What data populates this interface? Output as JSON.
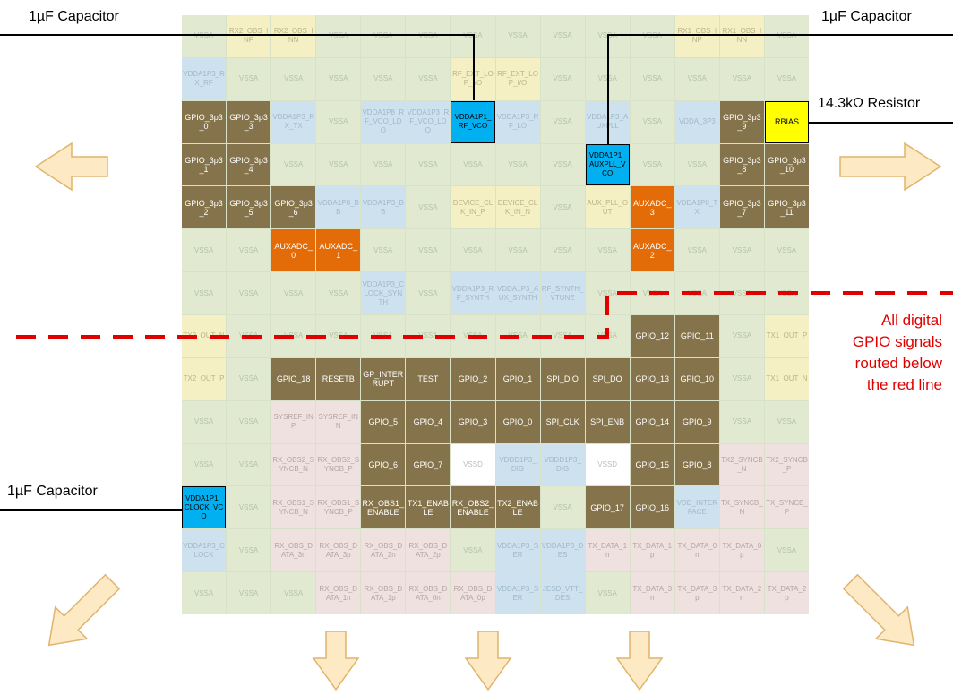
{
  "labels": {
    "cap_top_left": "1µF Capacitor",
    "cap_top_right": "1µF Capacitor",
    "resistor": "14.3kΩ Resistor",
    "cap_left": "1µF Capacitor",
    "red_note": [
      "All digital",
      "GPIO signals",
      "routed below",
      "the red line"
    ]
  },
  "colors": {
    "vssa": "#e1ead1",
    "vdda": "#cde2ee",
    "rf": "#f4f0c3",
    "obs": "#eee1df",
    "gpio": "#85744b",
    "capacitor_pin": "#00b0f0",
    "auxadc": "#e36c09",
    "rbias": "#ffff00",
    "red_line": "#e00000",
    "arrow_fill": "#fde9c3",
    "arrow_stroke": "#e0b46c"
  },
  "grid": [
    [
      "VSSA|vssa",
      "RX2_OBS_INP|rf",
      "RX2_OBS_INN|rf",
      "VSSA|vssa",
      "VSSA|vssa",
      "VSSA|vssa",
      "VSSA|vssa",
      "VSSA|vssa",
      "VSSA|vssa",
      "VSSA|vssa",
      "VSSA|vssa",
      "RX1_OBS_INP|rf",
      "RX1_OBS_INN|rf",
      "VSSA|vssa"
    ],
    [
      "VDDA1P3_RX_RF|vdda",
      "VSSA|vssa",
      "VSSA|vssa",
      "VSSA|vssa",
      "VSSA|vssa",
      "VSSA|vssa",
      "RF_EXT_LOP_I/O|rf",
      "RF_EXT_LOP_I/O|rf",
      "VSSA|vssa",
      "VSSA|vssa",
      "VSSA|vssa",
      "VSSA|vssa",
      "VSSA|vssa",
      "VSSA|vssa"
    ],
    [
      "GPIO_3p3_0|gpio",
      "GPIO_3p3_3|gpio",
      "VDDA1P3_RX_TX|vdda",
      "VSSA|vssa",
      "VDDA1P8_RF_VCO_LDO|vdda",
      "VDDA1P3_RF_VCO_LDO|vdda",
      "VDDA1P1_RF_VCO|cap",
      "VDDA1P3_RF_LO|vdda",
      "VSSA|vssa",
      "VDDA1P3_AUXPLL|vdda",
      "VSSA|vssa",
      "VDDA_3P3|vdda",
      "GPIO_3p3_9|gpio",
      "RBIAS|rbias"
    ],
    [
      "GPIO_3p3_1|gpio",
      "GPIO_3p3_4|gpio",
      "VSSA|vssa",
      "VSSA|vssa",
      "VSSA|vssa",
      "VSSA|vssa",
      "VSSA|vssa",
      "VSSA|vssa",
      "VSSA|vssa",
      "VDDA1P1_AUXPLL_VCO|cap",
      "VSSA|vssa",
      "VSSA|vssa",
      "GPIO_3p3_8|gpio",
      "GPIO_3p3_10|gpio"
    ],
    [
      "GPIO_3p3_2|gpio",
      "GPIO_3p3_5|gpio",
      "GPIO_3p3_6|gpio",
      "VDDA1P8_BB|vdda",
      "VDDA1P3_BB|vdda",
      "VSSA|vssa",
      "DEVICE_CLK_IN_P|rf",
      "DEVICE_CLK_IN_N|rf",
      "VSSA|vssa",
      "AUX_PLL_OUT|rf",
      "AUXADC_3|aux",
      "VDDA1P8_TX|vdda",
      "GPIO_3p3_7|gpio",
      "GPIO_3p3_11|gpio"
    ],
    [
      "VSSA|vssa",
      "VSSA|vssa",
      "AUXADC_0|aux",
      "AUXADC_1|aux",
      "VSSA|vssa",
      "VSSA|vssa",
      "VSSA|vssa",
      "VSSA|vssa",
      "VSSA|vssa",
      "VSSA|vssa",
      "AUXADC_2|aux",
      "VSSA|vssa",
      "VSSA|vssa",
      "VSSA|vssa"
    ],
    [
      "VSSA|vssa",
      "VSSA|vssa",
      "VSSA|vssa",
      "VSSA|vssa",
      "VDDA1P3_CLOCK_SYNTH|vdda",
      "VSSA|vssa",
      "VDDA1P3_RF_SYNTH|vdda",
      "VDDA1P3_AUX_SYNTH|vdda",
      "RF_SYNTH_VTUNE|vdda",
      "VSSA|vssa",
      "VSSA|vssa",
      "VSSA|vssa",
      "VSSA|vssa",
      "VSSA|vssa"
    ],
    [
      "TX2_OUT_N|rf",
      "VSSA|vssa",
      "VSSA|vssa",
      "VSSA|vssa",
      "VSSA|vssa",
      "VSSA|vssa",
      "VSSA|vssa",
      "VSSA|vssa",
      "VSSA|vssa",
      "VSSA|vssa",
      "GPIO_12|gpio",
      "GPIO_11|gpio",
      "VSSA|vssa",
      "TX1_OUT_P|rf"
    ],
    [
      "TX2_OUT_P|rf",
      "VSSA|vssa",
      "GPIO_18|dig",
      "RESETB|dig",
      "GP_INTERRUPT|dig",
      "TEST|dig",
      "GPIO_2|dig",
      "GPIO_1|dig",
      "SPI_DIO|dig",
      "SPI_DO|dig",
      "GPIO_13|dig",
      "GPIO_10|dig",
      "VSSA|vssa",
      "TX1_OUT_N|rf"
    ],
    [
      "VSSA|vssa",
      "VSSA|vssa",
      "SYSREF_INP|obs",
      "SYSREF_INN|obs",
      "GPIO_5|dig",
      "GPIO_4|dig",
      "GPIO_3|dig",
      "GPIO_0|dig",
      "SPI_CLK|dig",
      "SPI_ENB|dig",
      "GPIO_14|dig",
      "GPIO_9|dig",
      "VSSA|vssa",
      "VSSA|vssa"
    ],
    [
      "VSSA|vssa",
      "VSSA|vssa",
      "RX_OBS2_SYNCB_N|obs",
      "RX_OBS2_SYNCB_P|obs",
      "GPIO_6|dig",
      "GPIO_7|dig",
      "VSSD|vssd",
      "VDDD1P3_DIG|vdda",
      "VDDD1P3_DIG|vdda",
      "VSSD|vssd",
      "GPIO_15|dig",
      "GPIO_8|dig",
      "TX2_SYNCB_N|obs",
      "TX2_SYNCB_P|obs"
    ],
    [
      "VDDA1P1_CLOCK_VCO|cap",
      "VSSA|vssa",
      "RX_OBS1_SYNCB_N|obs",
      "RX_OBS1_SYNCB_P|obs",
      "RX_OBS1_ENABLE|dig",
      "TX1_ENABLE|dig",
      "RX_OBS2_ENABLE|dig",
      "TX2_ENABLE|dig",
      "VSSA|vssa",
      "GPIO_17|dig",
      "GPIO_16|dig",
      "VDD_INTERFACE|vdda",
      "TX_SYNCB_N|obs",
      "TX_SYNCB_P|obs"
    ],
    [
      "VDDA1P3_CLOCK|vdda",
      "VSSA|vssa",
      "RX_OBS_DATA_3n|obs",
      "RX_OBS_DATA_3p|obs",
      "RX_OBS_DATA_2n|obs",
      "RX_OBS_DATA_2p|obs",
      "VSSA|vssa",
      "VDDA1P3_SER|vdda",
      "VDDA1P3_DES|vdda",
      "TX_DATA_1n|obs",
      "TX_DATA_1p|obs",
      "TX_DATA_0n|obs",
      "TX_DATA_0p|obs",
      "VSSA|vssa"
    ],
    [
      "VSSA|vssa",
      "VSSA|vssa",
      "VSSA|vssa",
      "RX_OBS_DATA_1n|obs",
      "RX_OBS_DATA_1p|obs",
      "RX_OBS_DATA_0n|obs",
      "RX_OBS_DATA_0p|obs",
      "VDDA1P3_SER|vdda",
      "JESD_VTT_DES|vdda",
      "VSSA|vssa",
      "TX_DATA_3n|obs",
      "TX_DATA_3p|obs",
      "TX_DATA_2n|obs",
      "TX_DATA_2p|obs"
    ]
  ],
  "arrows": [
    "arrow-left",
    "arrow-right",
    "arrow-down-left",
    "arrow-down-right",
    "arrow-down",
    "arrow-down",
    "arrow-down"
  ]
}
